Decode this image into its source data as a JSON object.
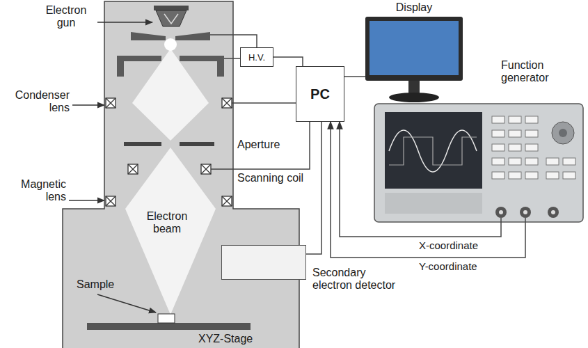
{
  "diagram": {
    "nodes": [
      {
        "text": [
          "H.V."
        ]
      },
      {
        "text": [
          "PC"
        ]
      },
      {
        "text": [
          "Display"
        ]
      },
      {
        "text": [
          "Function generator"
        ]
      },
      {
        "text": [
          "Secondary electron detector"
        ]
      }
    ],
    "edges": [
      {
        "from": 0,
        "to": 1,
        "arrow": "none"
      },
      {
        "from": 1,
        "to": 2,
        "arrow": "none"
      },
      {
        "from": 4,
        "to": 1,
        "arrow": "none"
      },
      {
        "from": 3,
        "to": 1,
        "label": "X-coordinate",
        "arrow": "to"
      },
      {
        "from": 3,
        "to": 1,
        "label": "Y-coordinate",
        "arrow": "to"
      }
    ],
    "labels": [
      "Electron gun",
      "Condenser lens",
      "Aperture",
      "Scanning coil",
      "Magnetic lens",
      "Electron beam",
      "Sample",
      "XYZ-Stage"
    ]
  }
}
